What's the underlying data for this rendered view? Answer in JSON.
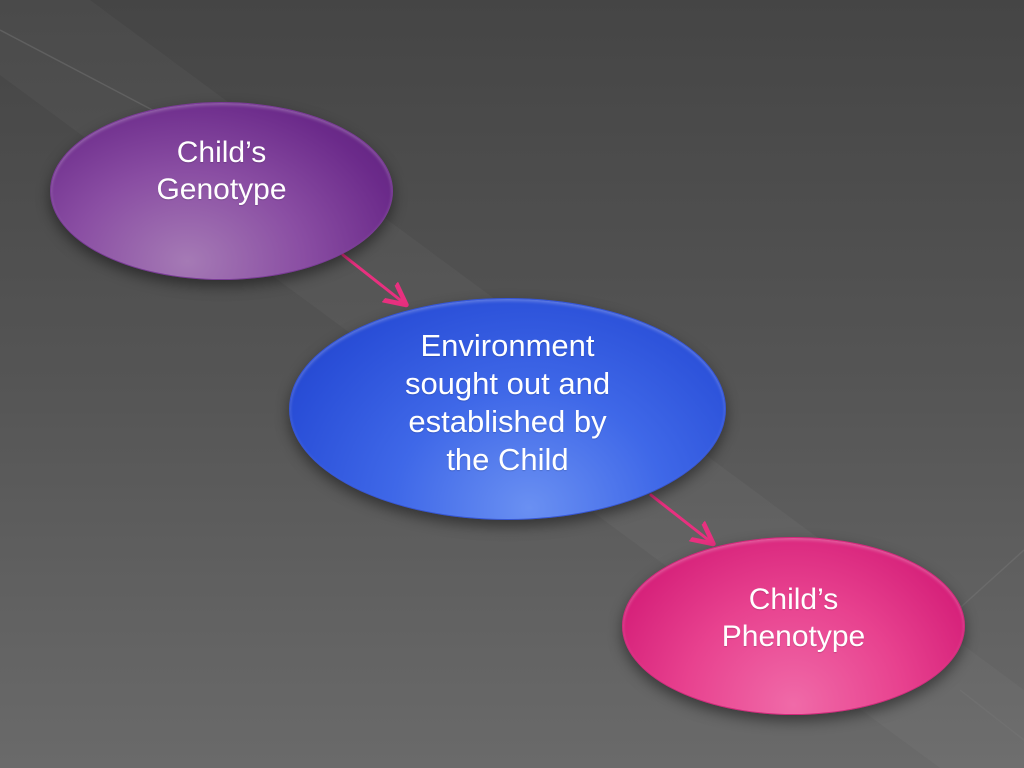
{
  "nodes": {
    "genotype": "Child’s\nGenotype",
    "environment": "Environment\nsought out and\nestablished by\nthe Child",
    "phenotype": "Child’s\nPhenotype"
  },
  "colors": {
    "genotype": "#7e3f9a",
    "environment": "#2e55e0",
    "phenotype": "#e0307f",
    "arrow": "#e8307f"
  }
}
